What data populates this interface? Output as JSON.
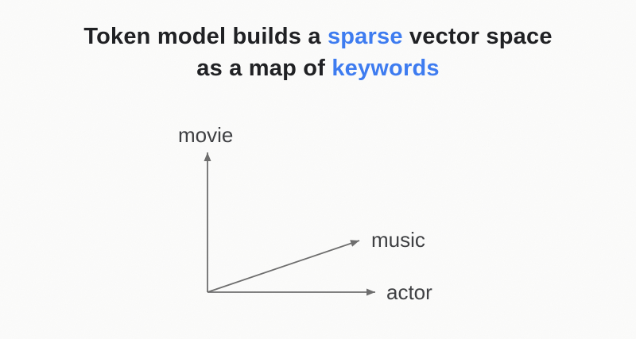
{
  "title": {
    "line1": {
      "seg1": "Token model builds a ",
      "highlight": "sparse",
      "seg2": " vector space"
    },
    "line2": {
      "seg1": "as a map of ",
      "highlight": "keywords"
    }
  },
  "diagram": {
    "description": "sparse vector space axes",
    "vertical_axis_label": "movie",
    "diagonal_vector_label": "music",
    "horizontal_axis_label": "actor"
  },
  "colors": {
    "background": "#fcfcfb",
    "title_text": "#202124",
    "highlight_blue": "#3e7cf0",
    "axis_gray": "#6e6e6e",
    "label_gray": "#3f4043"
  }
}
